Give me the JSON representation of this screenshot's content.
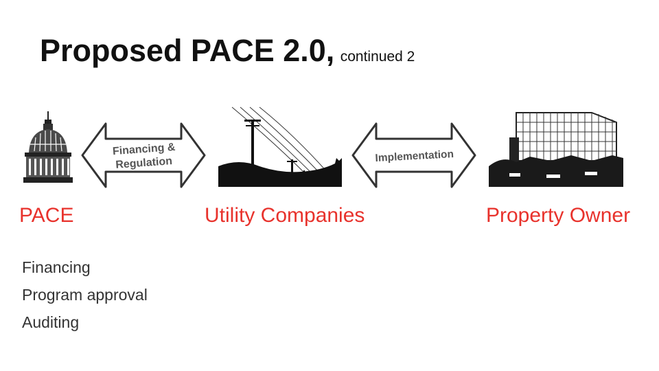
{
  "slide": {
    "title": "Proposed PACE 2.0,",
    "subtitle": "continued 2",
    "arrows": [
      {
        "line1": "Financing &",
        "line2": "Regulation"
      },
      {
        "line1": "Implementation"
      }
    ],
    "labels": [
      "PACE",
      "Utility Companies",
      "Property Owner"
    ],
    "list": [
      "Financing",
      "Program approval",
      "Auditing"
    ]
  },
  "colors": {
    "label": "#e8322c",
    "text": "#111111",
    "arrow_text": "#555555"
  }
}
